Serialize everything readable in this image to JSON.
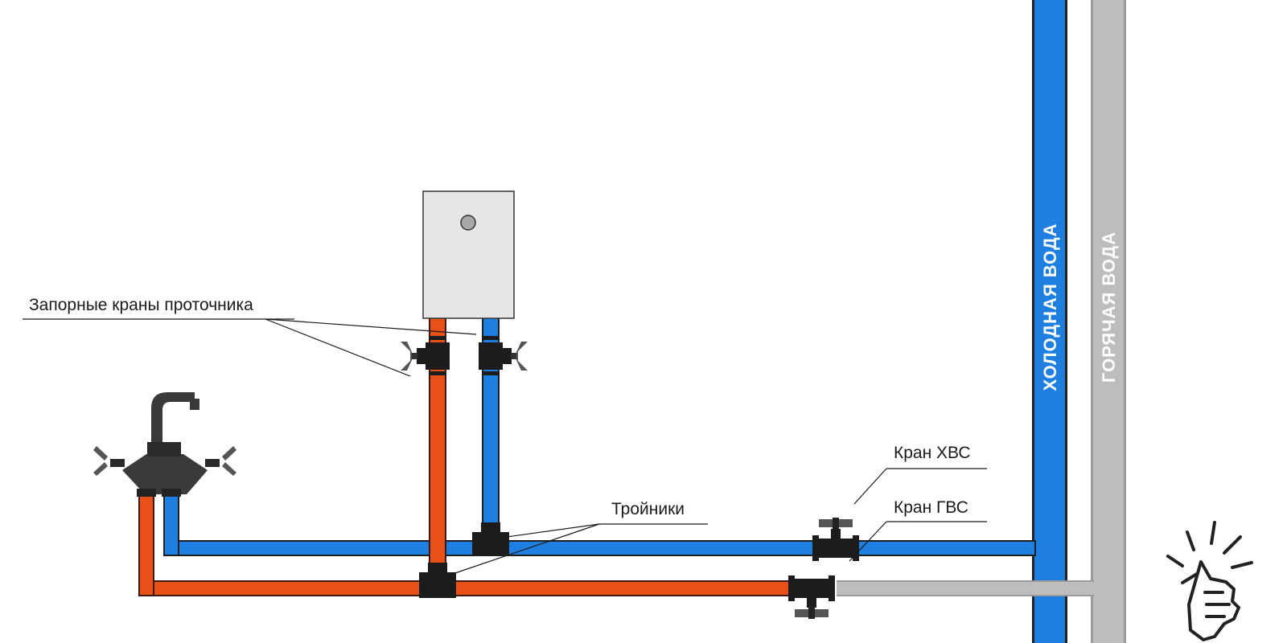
{
  "labels": {
    "shutoff_valves": "Запорные краны проточника",
    "tees": "Тройники",
    "cold_valve": "Кран ХВС",
    "hot_valve": "Кран ГВС",
    "cold_riser": "ХОЛОДНАЯ ВОДА",
    "hot_riser": "ГОРЯЧАЯ ВОДА"
  },
  "colors": {
    "cold_pipe": "#1e7fe0",
    "hot_pipe": "#e8501a",
    "hot_riser_pipe": "#b9b9b9",
    "fitting": "#1c1c1c",
    "heater_body": "#e6e6e6"
  },
  "icons": [
    "mixer-tap-icon",
    "valve-handle-icon",
    "thumbs-up-icon"
  ]
}
